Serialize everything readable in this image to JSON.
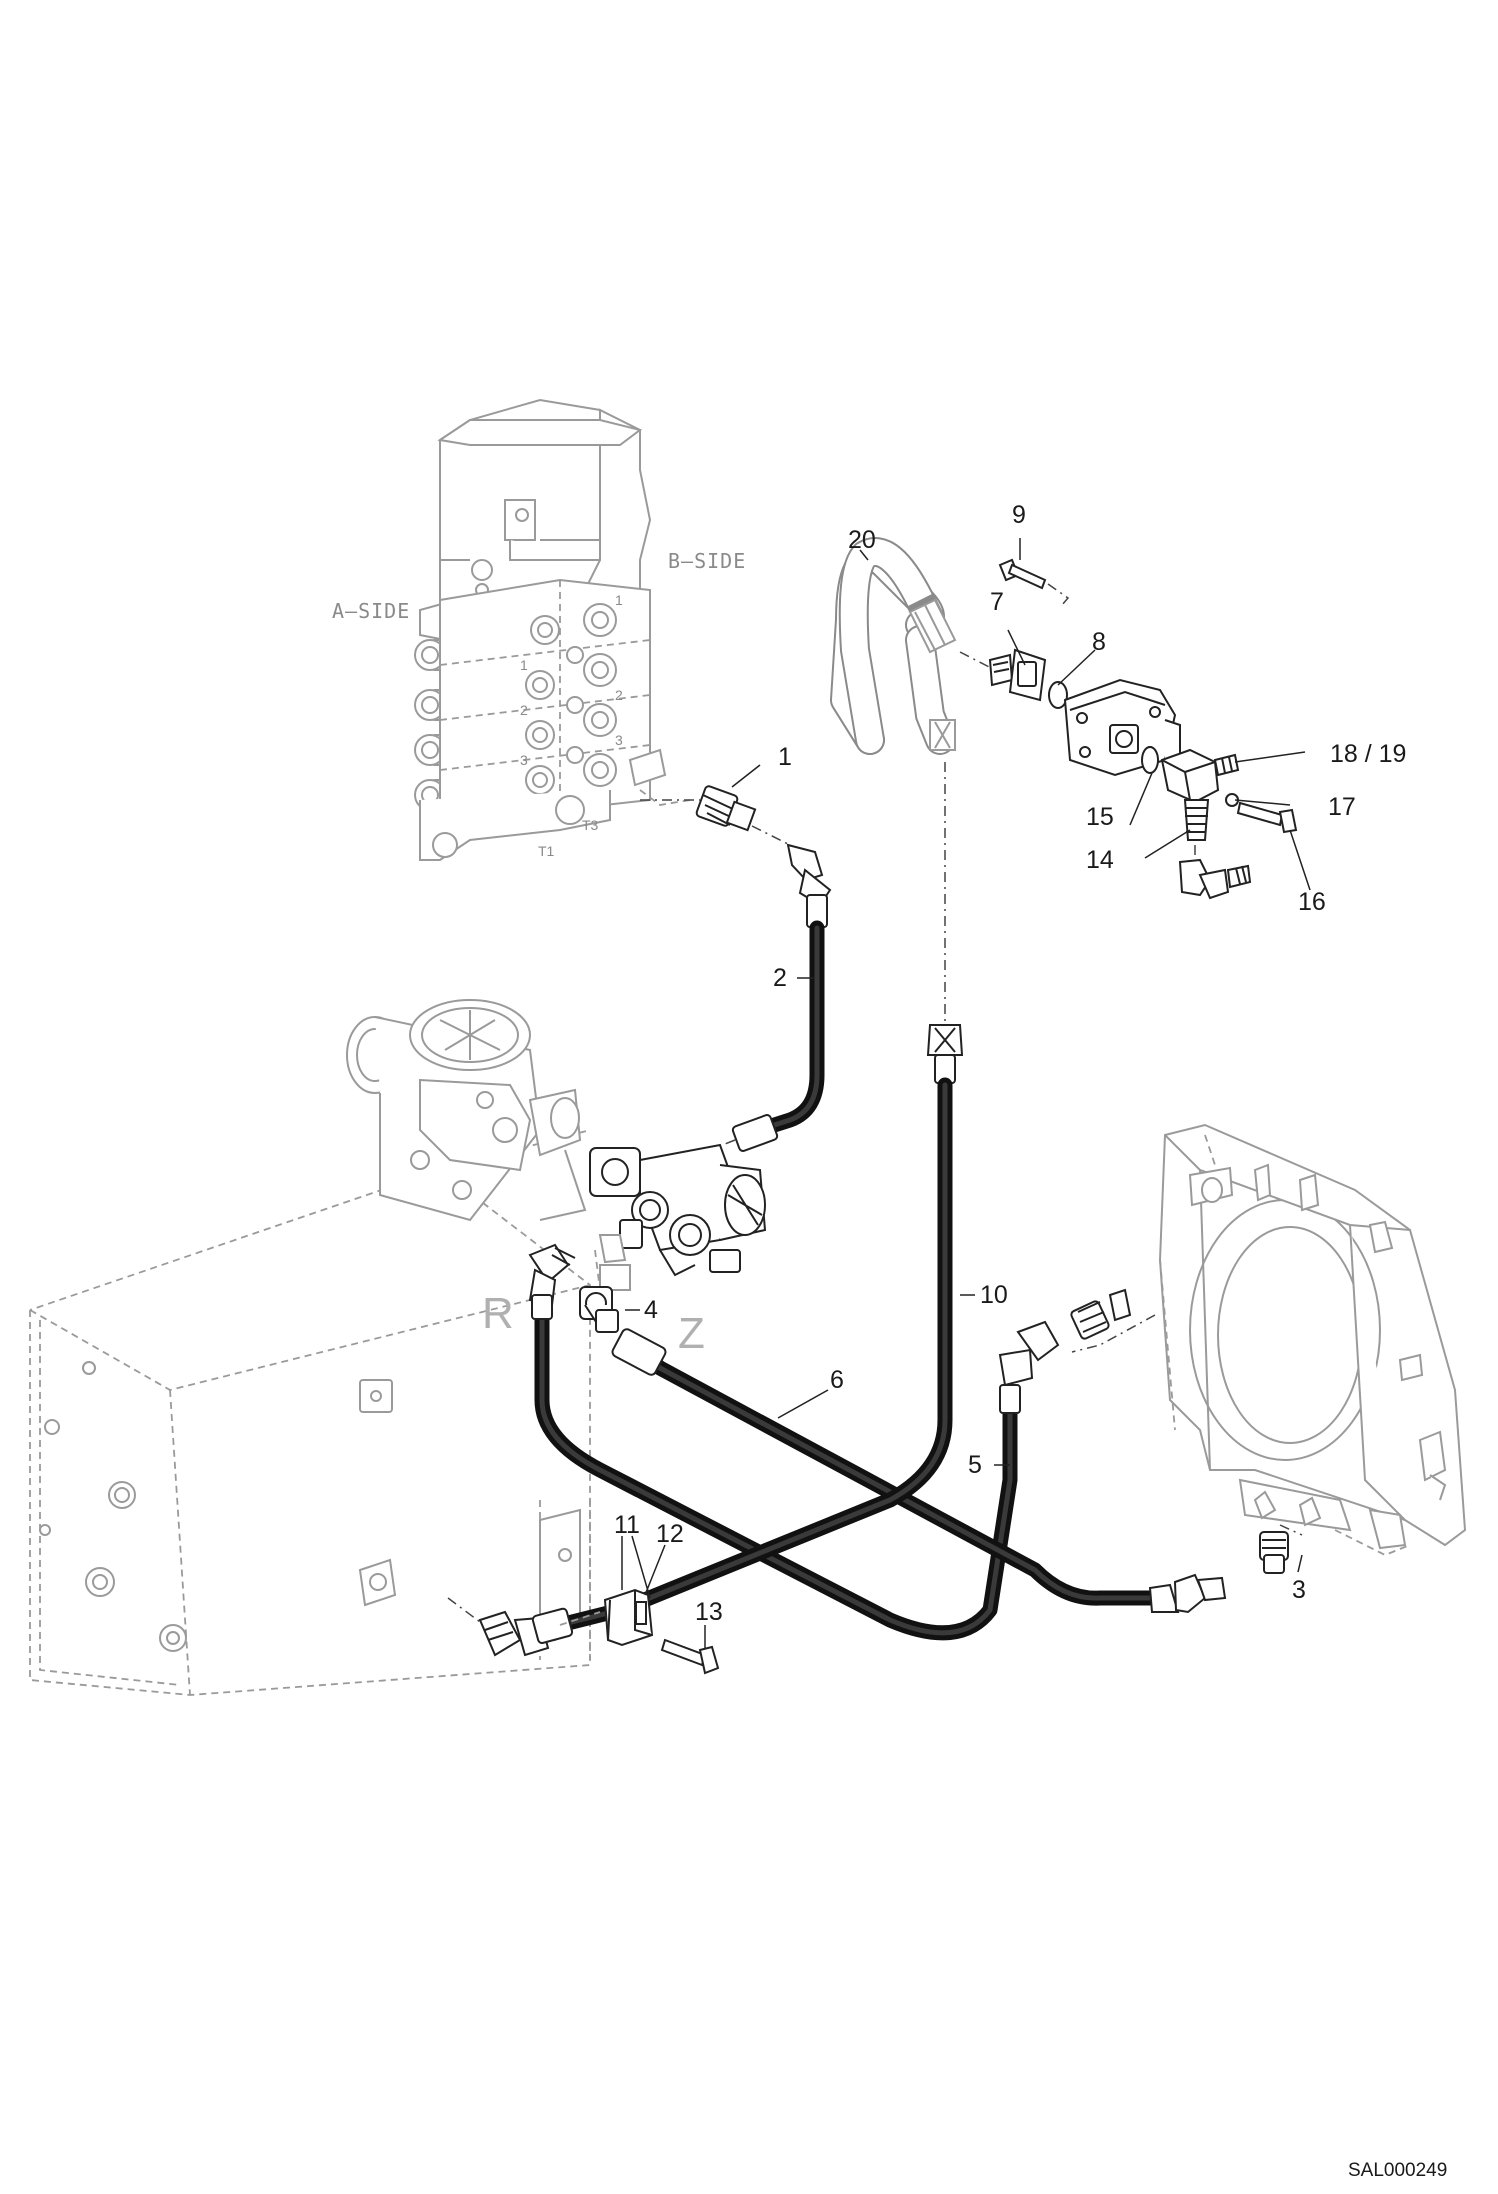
{
  "labels": {
    "a_side": "A–SIDE",
    "b_side": "B–SIDE",
    "t1": "T1",
    "t3": "T3",
    "port_r": "R",
    "port_z": "Z"
  },
  "callouts": [
    {
      "id": "c1",
      "text": "1"
    },
    {
      "id": "c2",
      "text": "2"
    },
    {
      "id": "c3",
      "text": "3"
    },
    {
      "id": "c4",
      "text": "4"
    },
    {
      "id": "c5",
      "text": "5"
    },
    {
      "id": "c6",
      "text": "6"
    },
    {
      "id": "c7",
      "text": "7"
    },
    {
      "id": "c8",
      "text": "8"
    },
    {
      "id": "c9",
      "text": "9"
    },
    {
      "id": "c10",
      "text": "10"
    },
    {
      "id": "c11",
      "text": "11"
    },
    {
      "id": "c12",
      "text": "12"
    },
    {
      "id": "c13",
      "text": "13"
    },
    {
      "id": "c14",
      "text": "14"
    },
    {
      "id": "c15",
      "text": "15"
    },
    {
      "id": "c16",
      "text": "16"
    },
    {
      "id": "c17",
      "text": "17"
    },
    {
      "id": "c18_19",
      "text": "18 / 19"
    },
    {
      "id": "c20",
      "text": "20"
    }
  ],
  "reference_code": "SAL000249"
}
